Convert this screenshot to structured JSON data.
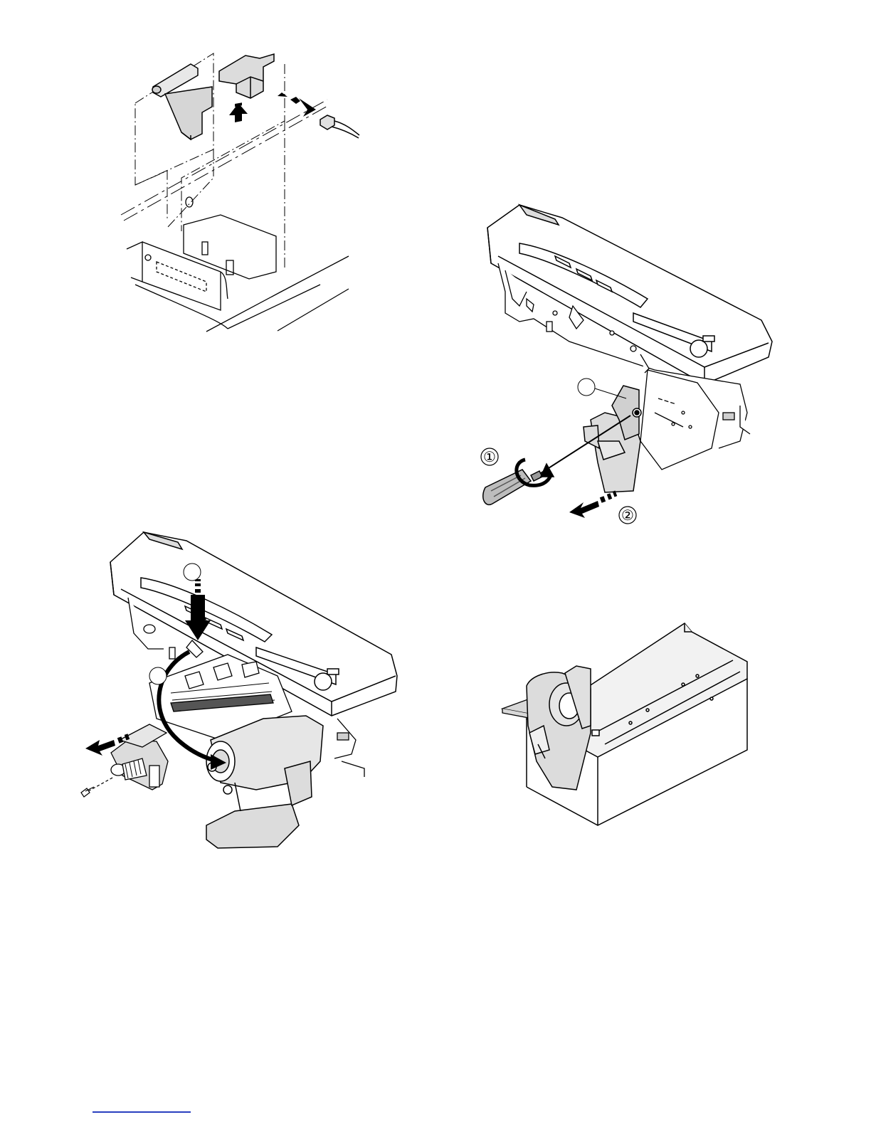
{
  "page": {
    "background": "#ffffff",
    "line_color": "#000000",
    "link_color": "#2a3fbf"
  },
  "figures": [
    {
      "id": "sensor-bracket-removal",
      "icons": [
        "sensor-icon",
        "actuator-icon",
        "connector-icon",
        "up-arrow-icon",
        "right-arrow-icon"
      ]
    },
    {
      "id": "screw-removal",
      "callouts": [
        "①",
        "②"
      ],
      "icons": [
        "screwdriver-icon",
        "rotate-arrow-icon",
        "pull-arrow-icon"
      ]
    },
    {
      "id": "roller-rotation",
      "icons": [
        "down-arrow-icon",
        "curved-arrow-icon",
        "pull-arrow-icon",
        "screw-icon",
        "spring-icon"
      ]
    },
    {
      "id": "unit-on-stand",
      "icons": [
        "developer-unit-icon",
        "stand-box-icon"
      ]
    }
  ],
  "footer": {
    "link_underline": true
  }
}
